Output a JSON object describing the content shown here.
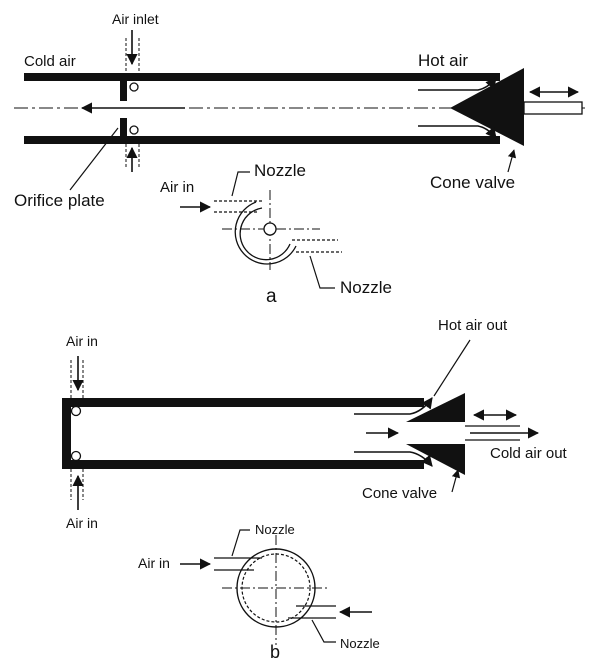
{
  "diagram_a": {
    "caption": "a",
    "labels": {
      "air_inlet": "Air inlet",
      "cold_air": "Cold air",
      "hot_air": "Hot air",
      "orifice_plate": "Orifice plate",
      "cone_valve": "Cone valve",
      "nozzle_top": "Nozzle",
      "air_in": "Air in",
      "nozzle_bottom": "Nozzle"
    }
  },
  "diagram_b": {
    "caption": "b",
    "labels": {
      "hot_air_out": "Hot air out",
      "air_in_top": "Air in",
      "air_in_bottom": "Air in",
      "cold_air_out": "Cold air out",
      "cone_valve": "Cone valve",
      "nozzle_top": "Nozzle",
      "air_in_side": "Air in",
      "nozzle_bottom": "Nozzle"
    }
  },
  "colors": {
    "ink": "#111111",
    "background": "#ffffff"
  }
}
